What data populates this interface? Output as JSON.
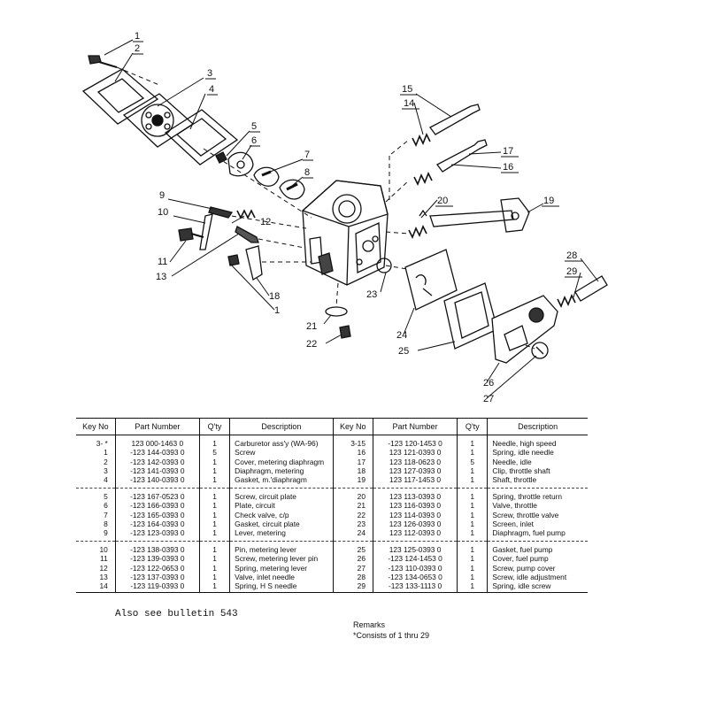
{
  "callouts": {
    "c1": "1",
    "c2": "2",
    "c3": "3",
    "c4": "4",
    "c5": "5",
    "c6": "6",
    "c7": "7",
    "c8": "8",
    "c9": "9",
    "c10": "10",
    "c11": "11",
    "c12": "12",
    "c13": "13",
    "c14": "14",
    "c15": "15",
    "c16": "16",
    "c17": "17",
    "c18": "18",
    "c1b": "1",
    "c19": "19",
    "c20": "20",
    "c21": "21",
    "c22": "22",
    "c23": "23",
    "c24": "24",
    "c25": "25",
    "c26": "26",
    "c27": "27",
    "c28": "28",
    "c29": "29"
  },
  "table": {
    "headers": [
      "Key No",
      "Part Number",
      "Q'ty",
      "Description",
      "Key No",
      "Part Number",
      "Q'ty",
      "Description"
    ],
    "rows": [
      [
        "3- *",
        "123 000-1463 0",
        "1",
        "Carburetor ass'y (WA-96)",
        "3-15",
        "-123 120-1453 0",
        "1",
        "Needle, high speed"
      ],
      [
        "1",
        "-123 144-0393 0",
        "5",
        "Screw",
        "16",
        "123 121-0393 0",
        "1",
        "Spring, idle needle"
      ],
      [
        "2",
        "-123 142-0393 0",
        "1",
        "Cover, metering diaphragm",
        "17",
        "123 118-0623 0",
        "5",
        "Needle, idle"
      ],
      [
        "3",
        "-123 141-0393 0",
        "1",
        "Diaphragm, metering",
        "18",
        "123 127-0393 0",
        "1",
        "Clip, throttle shaft"
      ],
      [
        "4",
        "-123 140-0393 0",
        "1",
        "Gasket, m.'diaphragm",
        "19",
        "123 117-1453 0",
        "1",
        "Shaft, throttle"
      ],
      [
        "5",
        "-123 167-0523 0",
        "1",
        "Screw, circuit plate",
        "20",
        "123 113-0393 0",
        "1",
        "Spring, throttle return"
      ],
      [
        "6",
        "-123 166-0393 0",
        "1",
        "Plate, circuit",
        "21",
        "123 116-0393 0",
        "1",
        "Valve, throttle"
      ],
      [
        "7",
        "-123 165-0393 0",
        "1",
        "Check valve, c/p",
        "22",
        "123 114-0393 0",
        "1",
        "Screw, throttle valve"
      ],
      [
        "8",
        "-123 164-0393 0",
        "1",
        "Gasket, circuit plate",
        "23",
        "123 126-0393 0",
        "1",
        "Screen, inlet"
      ],
      [
        "9",
        "-123 123-0393 0",
        "1",
        "Lever, metering",
        "24",
        "123 112-0393 0",
        "1",
        "Diaphragm, fuel pump"
      ],
      [
        "10",
        "-123 138-0393 0",
        "1",
        "Pin, metering lever",
        "25",
        "123 125-0393 0",
        "1",
        "Gasket, fuel pump"
      ],
      [
        "11",
        "-123 139-0393 0",
        "1",
        "Screw, metering lever pin",
        "26",
        "-123 124-1453 0",
        "1",
        "Cover, fuel pump"
      ],
      [
        "12",
        "-123 122-0653 0",
        "1",
        "Spring, metering lever",
        "27",
        "-123 110-0393 0",
        "1",
        "Screw, pump cover"
      ],
      [
        "13",
        "-123 137-0393 0",
        "1",
        "Valve, inlet needle",
        "28",
        "-123 134-0653 0",
        "1",
        "Screw, idle adjustment"
      ],
      [
        "14",
        "-123 119-0393 0",
        "1",
        "Spring, H S needle",
        "29",
        "-123 133-1113 0",
        "1",
        "Spring, idle screw"
      ]
    ]
  },
  "bulletin": "Also see bulletin 543",
  "remarks": {
    "title": "Remarks",
    "note": "*Consists of 1 thru 29"
  }
}
